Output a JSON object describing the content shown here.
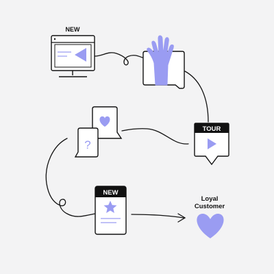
{
  "colors": {
    "background": "#f3f3f4",
    "stroke": "#111111",
    "accent": "#9a9cf2",
    "card": "#ffffff",
    "header": "#111111"
  },
  "labels": {
    "monitor_badge": "NEW",
    "tour_header": "TOUR",
    "mobile_header": "NEW",
    "outcome_line1": "Loyal",
    "outcome_line2": "Customer"
  },
  "icons": {
    "monitor": "desktop-monitor-icon",
    "hand": "raised-hand-icon",
    "chat_heart": "heart-icon",
    "chat_question": "question-mark-icon",
    "tour": "play-icon",
    "mobile": "star-icon",
    "outcome": "heart-icon"
  }
}
